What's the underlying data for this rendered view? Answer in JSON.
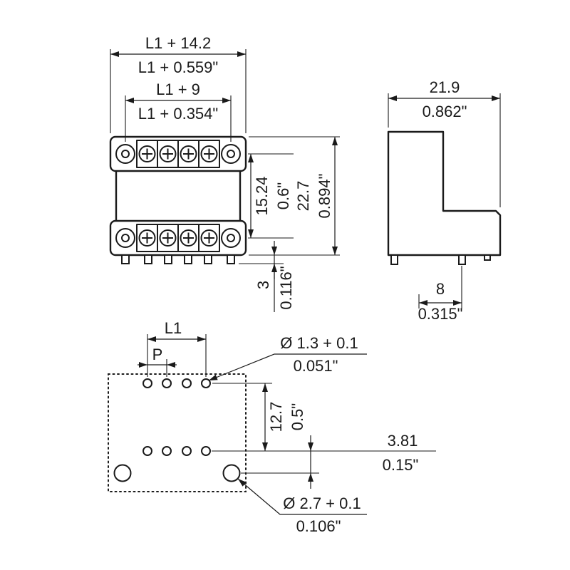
{
  "meta": {
    "background": "#ffffff",
    "ink": "#1a1a1a",
    "drawing_type": "technical-dimension-drawing"
  },
  "front_view": {
    "width_outer_mm": "L1 + 14.2",
    "width_outer_inch": "L1 + 0.559\"",
    "width_inner_mm": "L1 + 9",
    "width_inner_inch": "L1 + 0.354\"",
    "row_spacing_mm": "15.24",
    "row_spacing_inch": "0.6\"",
    "height_mm": "22.7",
    "height_inch": "0.894\"",
    "pin_length_mm": "3",
    "pin_length_inch": "0.116\""
  },
  "side_view": {
    "depth_mm": "21.9",
    "depth_inch": "0.862\"",
    "pin_offset_mm": "8",
    "pin_offset_inch": "0.315\""
  },
  "footprint_view": {
    "span_label": "L1",
    "pitch_label": "P",
    "small_hole_dia_mm": "Ø 1.3 + 0.1",
    "small_hole_dia_inch": "0.051\"",
    "row_spacing_mm": "12.7",
    "row_spacing_inch": "0.5\"",
    "hole_offset_mm": "3.81",
    "hole_offset_inch": "0.15\"",
    "large_hole_dia_mm": "Ø 2.7 + 0.1",
    "large_hole_dia_inch": "0.106\""
  }
}
